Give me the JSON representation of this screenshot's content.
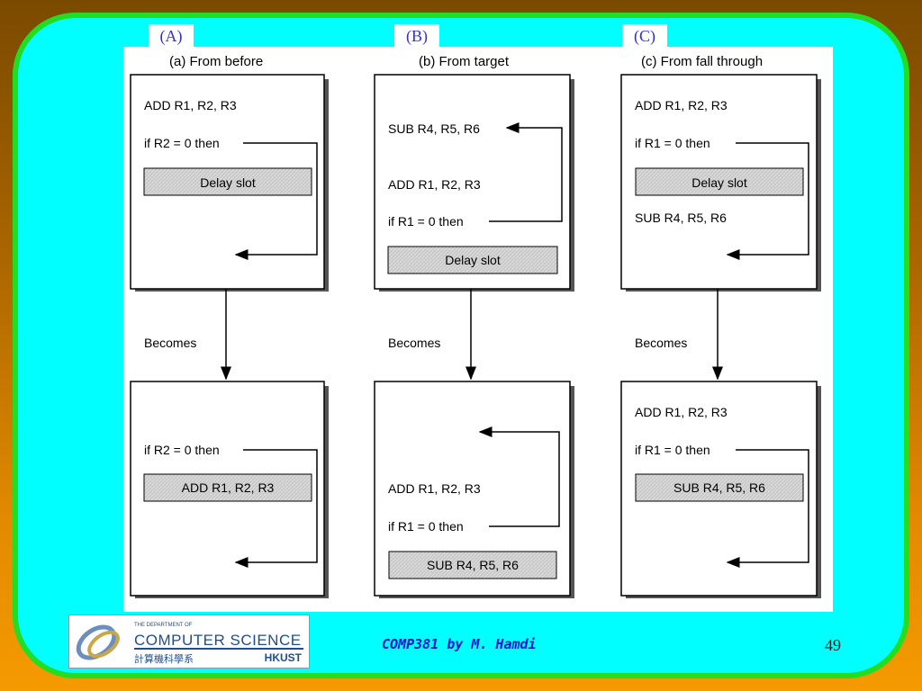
{
  "tags": [
    "(A)",
    "(B)",
    "(C)"
  ],
  "columns": [
    {
      "title": "(a)  From before",
      "top": {
        "lines": [
          "ADD R1, R2, R3",
          "if R2 = 0 then"
        ],
        "slot": "Delay slot"
      },
      "becomes": "Becomes",
      "bottom": {
        "lines": [
          "if R2 = 0 then"
        ],
        "slot": "ADD R1, R2, R3"
      }
    },
    {
      "title": "(b)  From target",
      "top": {
        "lines": [
          "SUB R4, R5, R6",
          "ADD R1, R2, R3",
          "if R1 = 0 then"
        ],
        "slot": "Delay slot"
      },
      "becomes": "Becomes",
      "bottom": {
        "lines": [
          "ADD R1, R2, R3",
          "if R1 = 0 then"
        ],
        "slot": "SUB R4, R5, R6"
      }
    },
    {
      "title": "(c)  From fall through",
      "top": {
        "lines": [
          "ADD R1, R2, R3",
          "if R1 = 0 then",
          "SUB R4, R5, R6"
        ],
        "slot": "Delay slot"
      },
      "becomes": "Becomes",
      "bottom": {
        "lines": [
          "ADD R1, R2, R3",
          "if R1 = 0 then"
        ],
        "slot": "SUB R4, R5, R6"
      }
    }
  ],
  "footer": {
    "text": "COMP381 by M. Hamdi",
    "page": "49"
  },
  "logo": {
    "dept": "THE DEPARTMENT OF",
    "title": "COMPUTER SCIENCE",
    "chinese": "計算機科學系",
    "school": "HKUST"
  }
}
